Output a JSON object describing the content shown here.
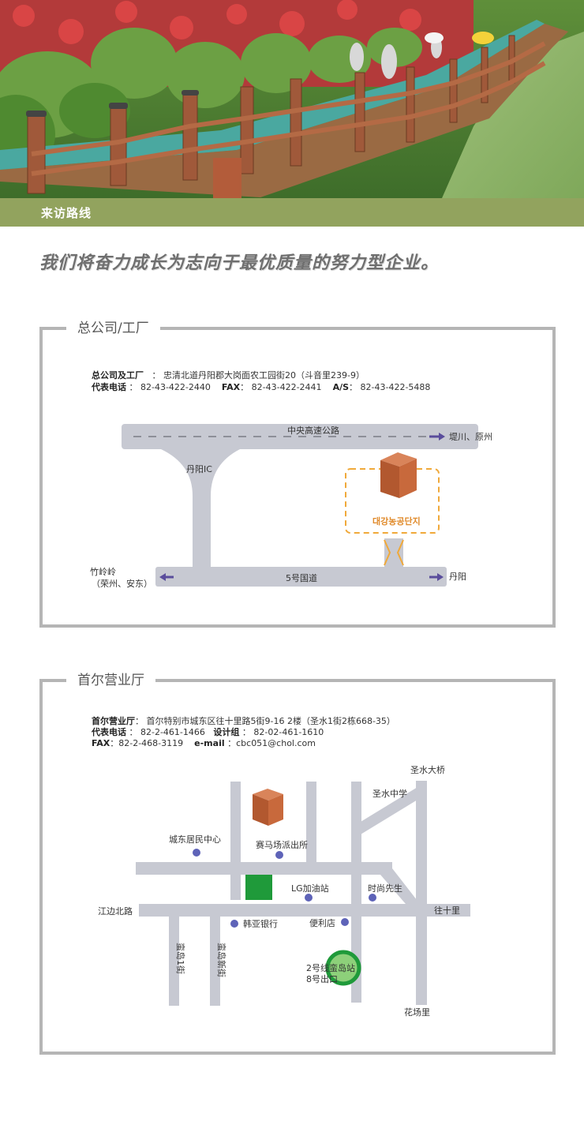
{
  "hero": {
    "alt": ""
  },
  "banner": {
    "title": "来访路线"
  },
  "slogan": "我们将奋力成长为志向于最优质量的努力型企业。",
  "hq": {
    "panel_title": "总公司/工厂",
    "address_label": "总公司及工厂",
    "address_sep": "：",
    "address": "忠清北道丹阳郡大岗面农工园街20（斗音里239-9）",
    "phone_label": "代表电话",
    "phone_sep": "：",
    "phone": "82-43-422-2440",
    "fax_label": "FAX",
    "fax_sep": "：",
    "fax": "82-43-422-2441",
    "as_label": "A/S",
    "as_sep": "：",
    "as": "82-43-422-5488",
    "map": {
      "expressway": "中央高速公路",
      "east_dest": "堤川、原州",
      "ic": "丹阳IC",
      "site": "대강농공단지",
      "west_dest_1": "竹岭岭",
      "west_dest_2": "（荣州、安东）",
      "route5": "5号国道",
      "route5_east": "丹阳"
    }
  },
  "seoul": {
    "panel_title": "首尔营业厅",
    "office_label": "首尔营业厅",
    "office_sep": "：",
    "office": "首尔特别市城东区往十里路5街9-16 2楼（圣水1街2栋668-35）",
    "phone_label": "代表电话",
    "phone_sep": "：",
    "phone": "82-2-461-1466",
    "design_label": "设计组",
    "design_sep": "：",
    "design": "82-02-461-1610",
    "fax_label": "FAX",
    "fax_sep": "：",
    "fax": "82-2-468-3119",
    "email_label": "e-mail",
    "email_sep": "：",
    "email": "cbc051@chol.com",
    "map": {
      "bridge": "圣水大桥",
      "middle_school": "圣水中学",
      "community_center": "城东居民中心",
      "police": "赛马场派出所",
      "gas_station": "LG加油站",
      "fashion": "时尚先生",
      "road_north": "江边北路",
      "wangsimni": "往十里",
      "bank": "韩亚银行",
      "store": "便利店",
      "station_1": "2号线蛮岛站",
      "station_2": "8号出口",
      "street_1": "蛮岛1街",
      "street_2": "蛮岛新街",
      "flower_market": "花场里"
    }
  }
}
